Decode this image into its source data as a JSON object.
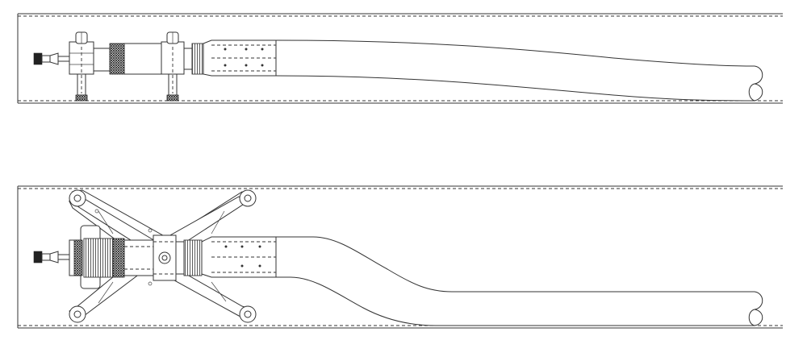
{
  "figures": [
    {
      "view": "top",
      "state": "straight"
    },
    {
      "view": "bottom",
      "state": "bent"
    }
  ]
}
